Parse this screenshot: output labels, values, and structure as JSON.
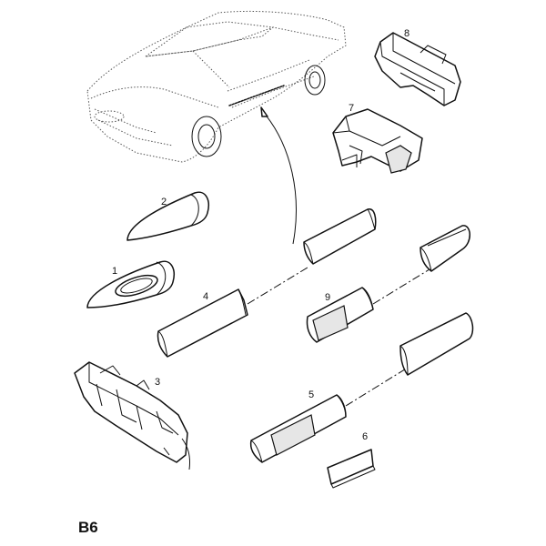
{
  "diagram": {
    "callouts": [
      {
        "id": 1,
        "label": "1"
      },
      {
        "id": 2,
        "label": "2"
      },
      {
        "id": 3,
        "label": "3"
      },
      {
        "id": 4,
        "label": "4"
      },
      {
        "id": 5,
        "label": "5"
      },
      {
        "id": 6,
        "label": "6"
      },
      {
        "id": 7,
        "label": "7"
      },
      {
        "id": 8,
        "label": "8"
      },
      {
        "id": 9,
        "label": "9"
      }
    ],
    "page_code": "B6"
  }
}
